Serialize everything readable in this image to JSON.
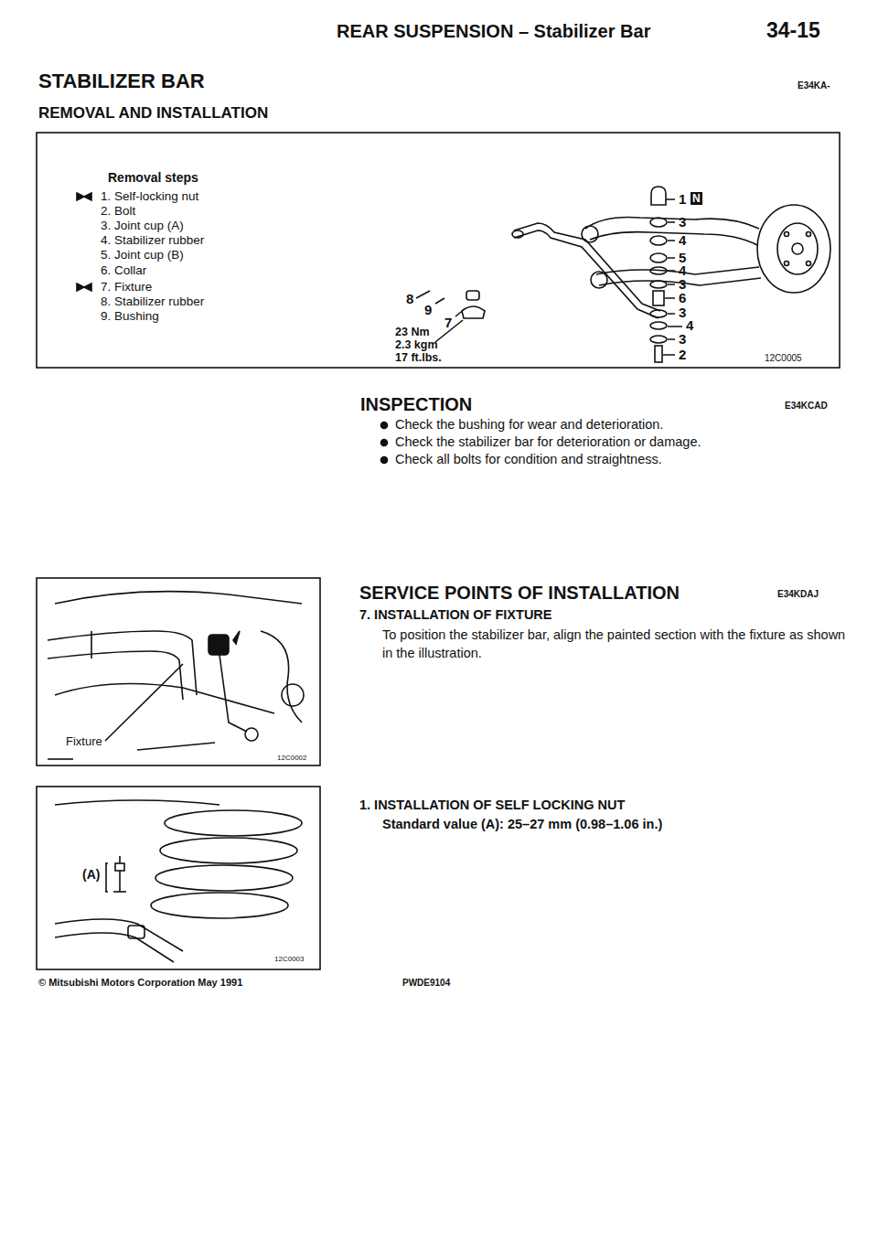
{
  "diagram": {
    "title": "STABILIZER BAR",
    "labels": [
      "REAR SUSPENSION – Stabilizer Bar",
      "34-15",
      "E34KA-",
      "REMOVAL AND INSTALLATION",
      "Removal steps",
      "1. Self-locking nut",
      "2. Bolt",
      "3. Joint cup (A)",
      "4. Stabilizer rubber",
      "5. Joint cup (B)",
      "6. Collar",
      "7. Fixture",
      "8. Stabilizer rubber",
      "9. Bushing",
      "1",
      "N",
      "3",
      "4",
      "5",
      "4",
      "3",
      "6",
      "3",
      "4",
      "3",
      "2",
      "8",
      "9",
      "7",
      "23 Nm",
      "2.3 kgm",
      "17 ft.lbs.",
      "12C0005",
      "INSPECTION",
      "E34KCAD",
      "Check the bushing for wear and deterioration.",
      "Check the stabilizer bar for deterioration or damage.",
      "Check all bolts for condition and straightness.",
      "SERVICE POINTS OF INSTALLATION",
      "E34KDAJ",
      "7. INSTALLATION OF FIXTURE",
      "To position the stabilizer bar, align the painted section with the fixture as shown in the illustration.",
      "Fixture",
      "12C0002",
      "1. INSTALLATION OF SELF LOCKING NUT",
      "Standard value (A): 25–27 mm (0.98–1.06 in.)",
      "(A)",
      "12C0003",
      "© Mitsubishi Motors Corporation May 1991",
      "PWDE9104"
    ]
  }
}
